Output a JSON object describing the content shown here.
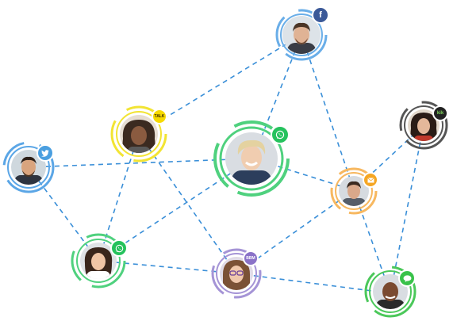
{
  "diagram": {
    "badges": {
      "facebook": {
        "label": "f",
        "color": "#3b5998"
      },
      "twitter": {
        "label": "",
        "color": "#4a9fe0"
      },
      "whatsapp": {
        "label": "",
        "color": "#25c25d"
      },
      "kakao": {
        "label": "TALK",
        "color": "#f6d900"
      },
      "email": {
        "label": "",
        "color": "#f5a623"
      },
      "line": {
        "label": "",
        "color": "#39c24a"
      },
      "bbm": {
        "label": "BBM",
        "color": "#8a72c8"
      },
      "kik": {
        "label": "kik",
        "color": "#222222"
      }
    },
    "colors": {
      "edge": "#3a8fd8",
      "ring_facebook": "#6aaee8",
      "ring_twitter": "#5ba6e6",
      "ring_whatsapp": "#4fd17e",
      "ring_kakao": "#f2e433",
      "ring_email": "#f7b860",
      "ring_line": "#4bc85a",
      "ring_bbm": "#a594d6",
      "ring_kik": "#555555"
    }
  }
}
